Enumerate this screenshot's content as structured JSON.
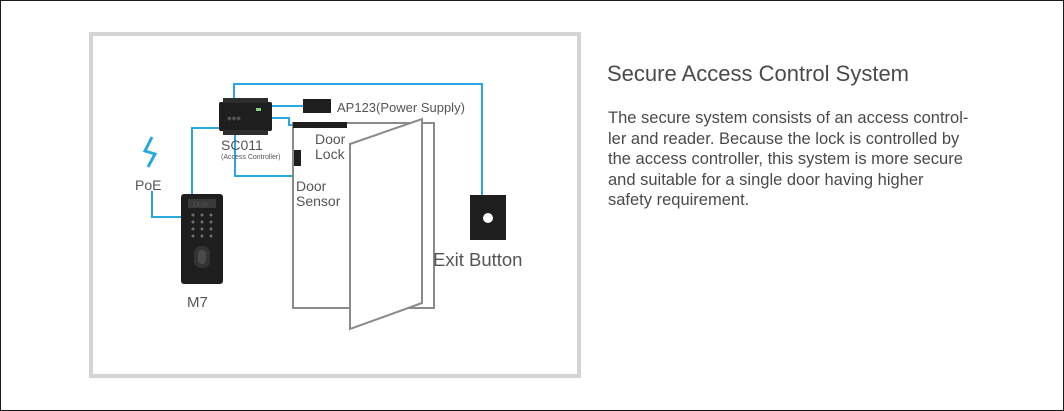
{
  "title": "Secure Access Control System",
  "description": "The secure system consists of an access control-ler and reader.  Because the lock is controlled by the access controller, this system is more secure and suitable for a single door having higher safety requirement.",
  "description_lines": [
    "The secure system consists of an access control-",
    "ler and reader.  Because the lock is controlled by",
    "the access controller, this system is more secure",
    "and suitable for a single door having higher",
    "safety requirement."
  ],
  "diagram": {
    "power_supply_label": "AP123(Power Supply)",
    "controller_label": "SC011",
    "controller_sublabel": "(Access Controller)",
    "door_lock_label": [
      "Door",
      "Lock"
    ],
    "door_sensor_label": [
      "Door",
      "Sensor"
    ],
    "poe_label": "PoE",
    "reader_label": "M7",
    "reader_screen_text": "14:00",
    "exit_button_label": "Exit Button"
  },
  "colors": {
    "wire": "#29a8df",
    "poe_icon": "#29a8df",
    "panel_border": "#d4d4d4",
    "door_outline": "#8a8a8a",
    "device": "#1e1e1e",
    "text": "#4a4a4a"
  },
  "icons": {
    "poe": "lightning-bolt-icon",
    "exit_button": "push-button-icon"
  }
}
